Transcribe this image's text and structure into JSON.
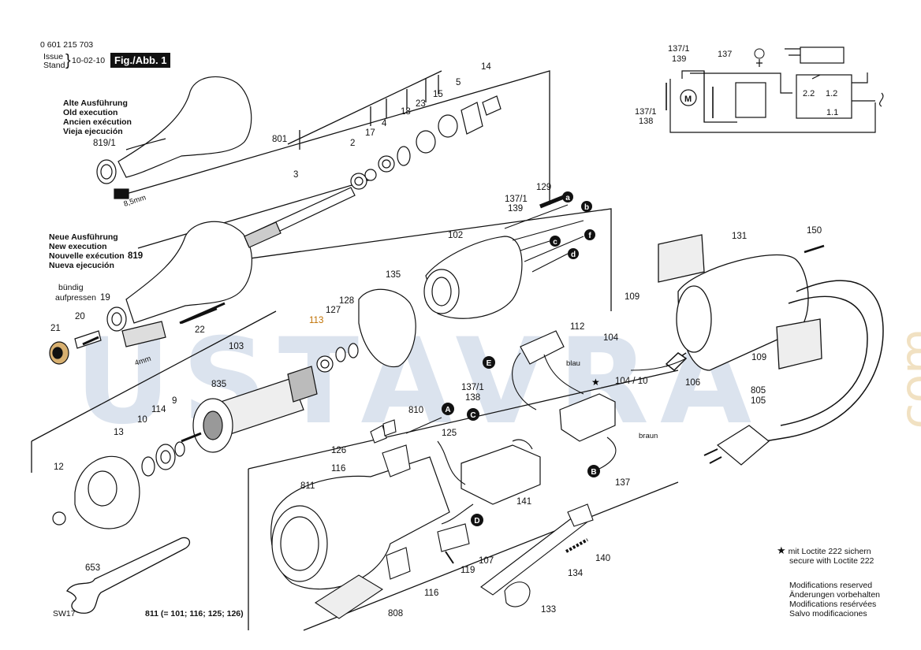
{
  "header": {
    "part_number": "0 601 215 703",
    "issue_label_1": "Issue",
    "issue_label_2": "Stand",
    "issue_date": "10-02-10",
    "figure_label": "Fig./Abb. 1"
  },
  "watermark": {
    "text": "USTAVRA",
    "suffix": ".com"
  },
  "old_execution": [
    "Alte Ausführung",
    "Old execution",
    "Ancien exécution",
    "Vieja ejecución"
  ],
  "new_execution": [
    "Neue Ausführung",
    "New execution",
    "Nouvelle exécution",
    "Nueva ejecución"
  ],
  "notes": {
    "buendig": "bündig",
    "aufpressen": "aufpressen",
    "dim_85": "8,5mm",
    "dim_4": "4mm",
    "blau": "blau",
    "braun": "braun",
    "loctite_1": "mit Loctite 222 sichern",
    "loctite_2": "secure with Loctite 222",
    "mod_1": "Modifications reserved",
    "mod_2": "Änderungen vorbehalten",
    "mod_3": "Modifications resérvées",
    "mod_4": "Salvo modificaciones",
    "sw17": "SW17",
    "assembly_811": "811 (= 101; 116; 125; 126)"
  },
  "part_labels": {
    "p819_1": "819/1",
    "p801": "801",
    "p3": "3",
    "p2": "2",
    "p17": "17",
    "p4": "4",
    "p18": "18",
    "p23": "23",
    "p15": "15",
    "p5": "5",
    "p14": "14",
    "p819": "819",
    "p19": "19",
    "p20": "20",
    "p21": "21",
    "p22": "22",
    "p129": "129",
    "p137_1": "137/1",
    "p139": "139",
    "p102": "102",
    "p135": "135",
    "p113": "113",
    "p127": "127",
    "p128": "128",
    "p103": "103",
    "p835": "835",
    "p114": "114",
    "p10": "10",
    "p9": "9",
    "p13": "13",
    "p12": "12",
    "p653": "653",
    "p131": "131",
    "p150": "150",
    "p109a": "109",
    "p109b": "109",
    "p112": "112",
    "p104": "104",
    "p104_10": "104 / 10",
    "p106": "106",
    "p137_1b": "137/1",
    "p138": "138",
    "p137": "137",
    "p810": "810",
    "p125": "125",
    "p126": "126",
    "p116a": "116",
    "p116b": "116",
    "p811": "811",
    "p141": "141",
    "p107": "107",
    "p119": "119",
    "p808": "808",
    "p134": "134",
    "p140": "140",
    "p133": "133",
    "p805": "805",
    "p105": "105"
  },
  "connectors": {
    "a": "a",
    "b": "b",
    "c": "c",
    "d": "d",
    "f": "f",
    "A": "A",
    "B": "B",
    "C": "C",
    "D": "D",
    "E": "E"
  },
  "schematic": {
    "l137_1": "137/1",
    "l139": "139",
    "l137": "137",
    "l137_1b": "137/1",
    "l138": "138",
    "motor": "M",
    "s22": "2.2",
    "s12": "1.2",
    "s11": "1.1"
  }
}
